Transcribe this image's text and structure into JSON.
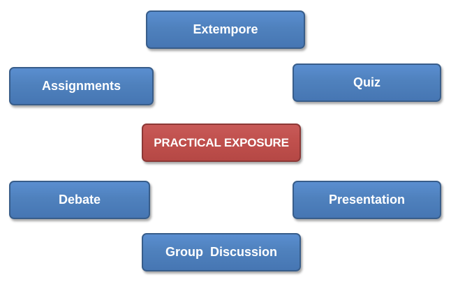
{
  "diagram": {
    "center": {
      "label": "PRACTICAL EXPOSURE",
      "color": "#c0504d"
    },
    "nodes": {
      "extempore": "Extempore",
      "assignments": "Assignments",
      "quiz": "Quiz",
      "debate": "Debate",
      "presentation": "Presentation",
      "group_discussion": "Group  Discussion"
    },
    "node_color": "#4f81bd",
    "border_color": "#385d8a"
  }
}
